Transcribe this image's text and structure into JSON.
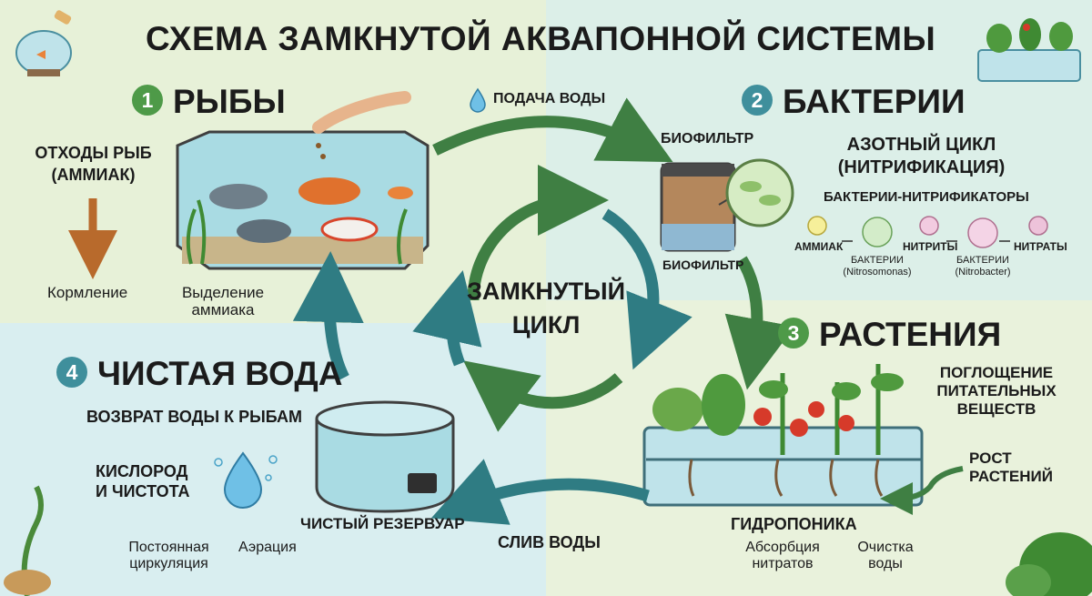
{
  "title": "СХЕМА ЗАМКНУТОЙ АКВАПОННОЙ СИСТЕМЫ",
  "center_label": [
    "ЗАМКНУТЫЙ",
    "ЦИКЛ"
  ],
  "colors": {
    "green": "#4e9a48",
    "teal": "#3f8f9c",
    "arrow_green": "#3f7f43",
    "arrow_teal": "#2f7c83"
  },
  "fish": {
    "number": "1",
    "heading": "РЫБЫ",
    "waste": [
      "ОТХОДЫ РЫБ",
      "(АММИАК)"
    ],
    "feeding": "Кормление",
    "ammonia_release": [
      "Выделение",
      "аммиака"
    ]
  },
  "water_supply": "ПОДАЧА ВОДЫ",
  "bacteria": {
    "number": "2",
    "heading": "БАКТЕРИИ",
    "biofilter_top": "БИОФИЛЬТР",
    "biofilter_bottom": "БИОФИЛЬТР",
    "cycle": [
      "АЗОТНЫЙ ЦИКЛ",
      "(НИТРИФИКАЦИЯ)"
    ],
    "nitrifiers": "БАКТЕРИИ-НИТРИФИКАТОРЫ",
    "chain": {
      "ammonia": "АММИАК",
      "bacteria1": [
        "БАКТЕРИИ",
        "(Nitrosomonas)"
      ],
      "nitrites": "НИТРИТЫ",
      "bacteria2": [
        "БАКТЕРИИ",
        "(Nitrobacter)"
      ],
      "nitrates": "НИТРАТЫ"
    }
  },
  "plants": {
    "number": "3",
    "heading": "РАСТЕНИЯ",
    "uptake": [
      "ПОГЛОЩЕНИЕ",
      "ПИТАТЕЛЬНЫХ",
      "ВЕЩЕСТВ"
    ],
    "growth": [
      "РОСТ",
      "РАСТЕНИЙ"
    ],
    "hydroponics": "ГИДРОПОНИКА",
    "absorption": [
      "Абсорбция",
      "нитратов"
    ],
    "cleaning": [
      "Очистка",
      "воды"
    ]
  },
  "water_drain": "СЛИВ ВОДЫ",
  "clean": {
    "number": "4",
    "heading": "ЧИСТАЯ ВОДА",
    "return": "ВОЗВРАТ ВОДЫ К РЫБАМ",
    "oxygen": [
      "КИСЛОРОД",
      "И ЧИСТОТА"
    ],
    "reservoir": "ЧИСТЫЙ РЕЗЕРВУАР",
    "circulation": [
      "Постоянная",
      "циркуляция"
    ],
    "aeration": "Аэрация"
  }
}
